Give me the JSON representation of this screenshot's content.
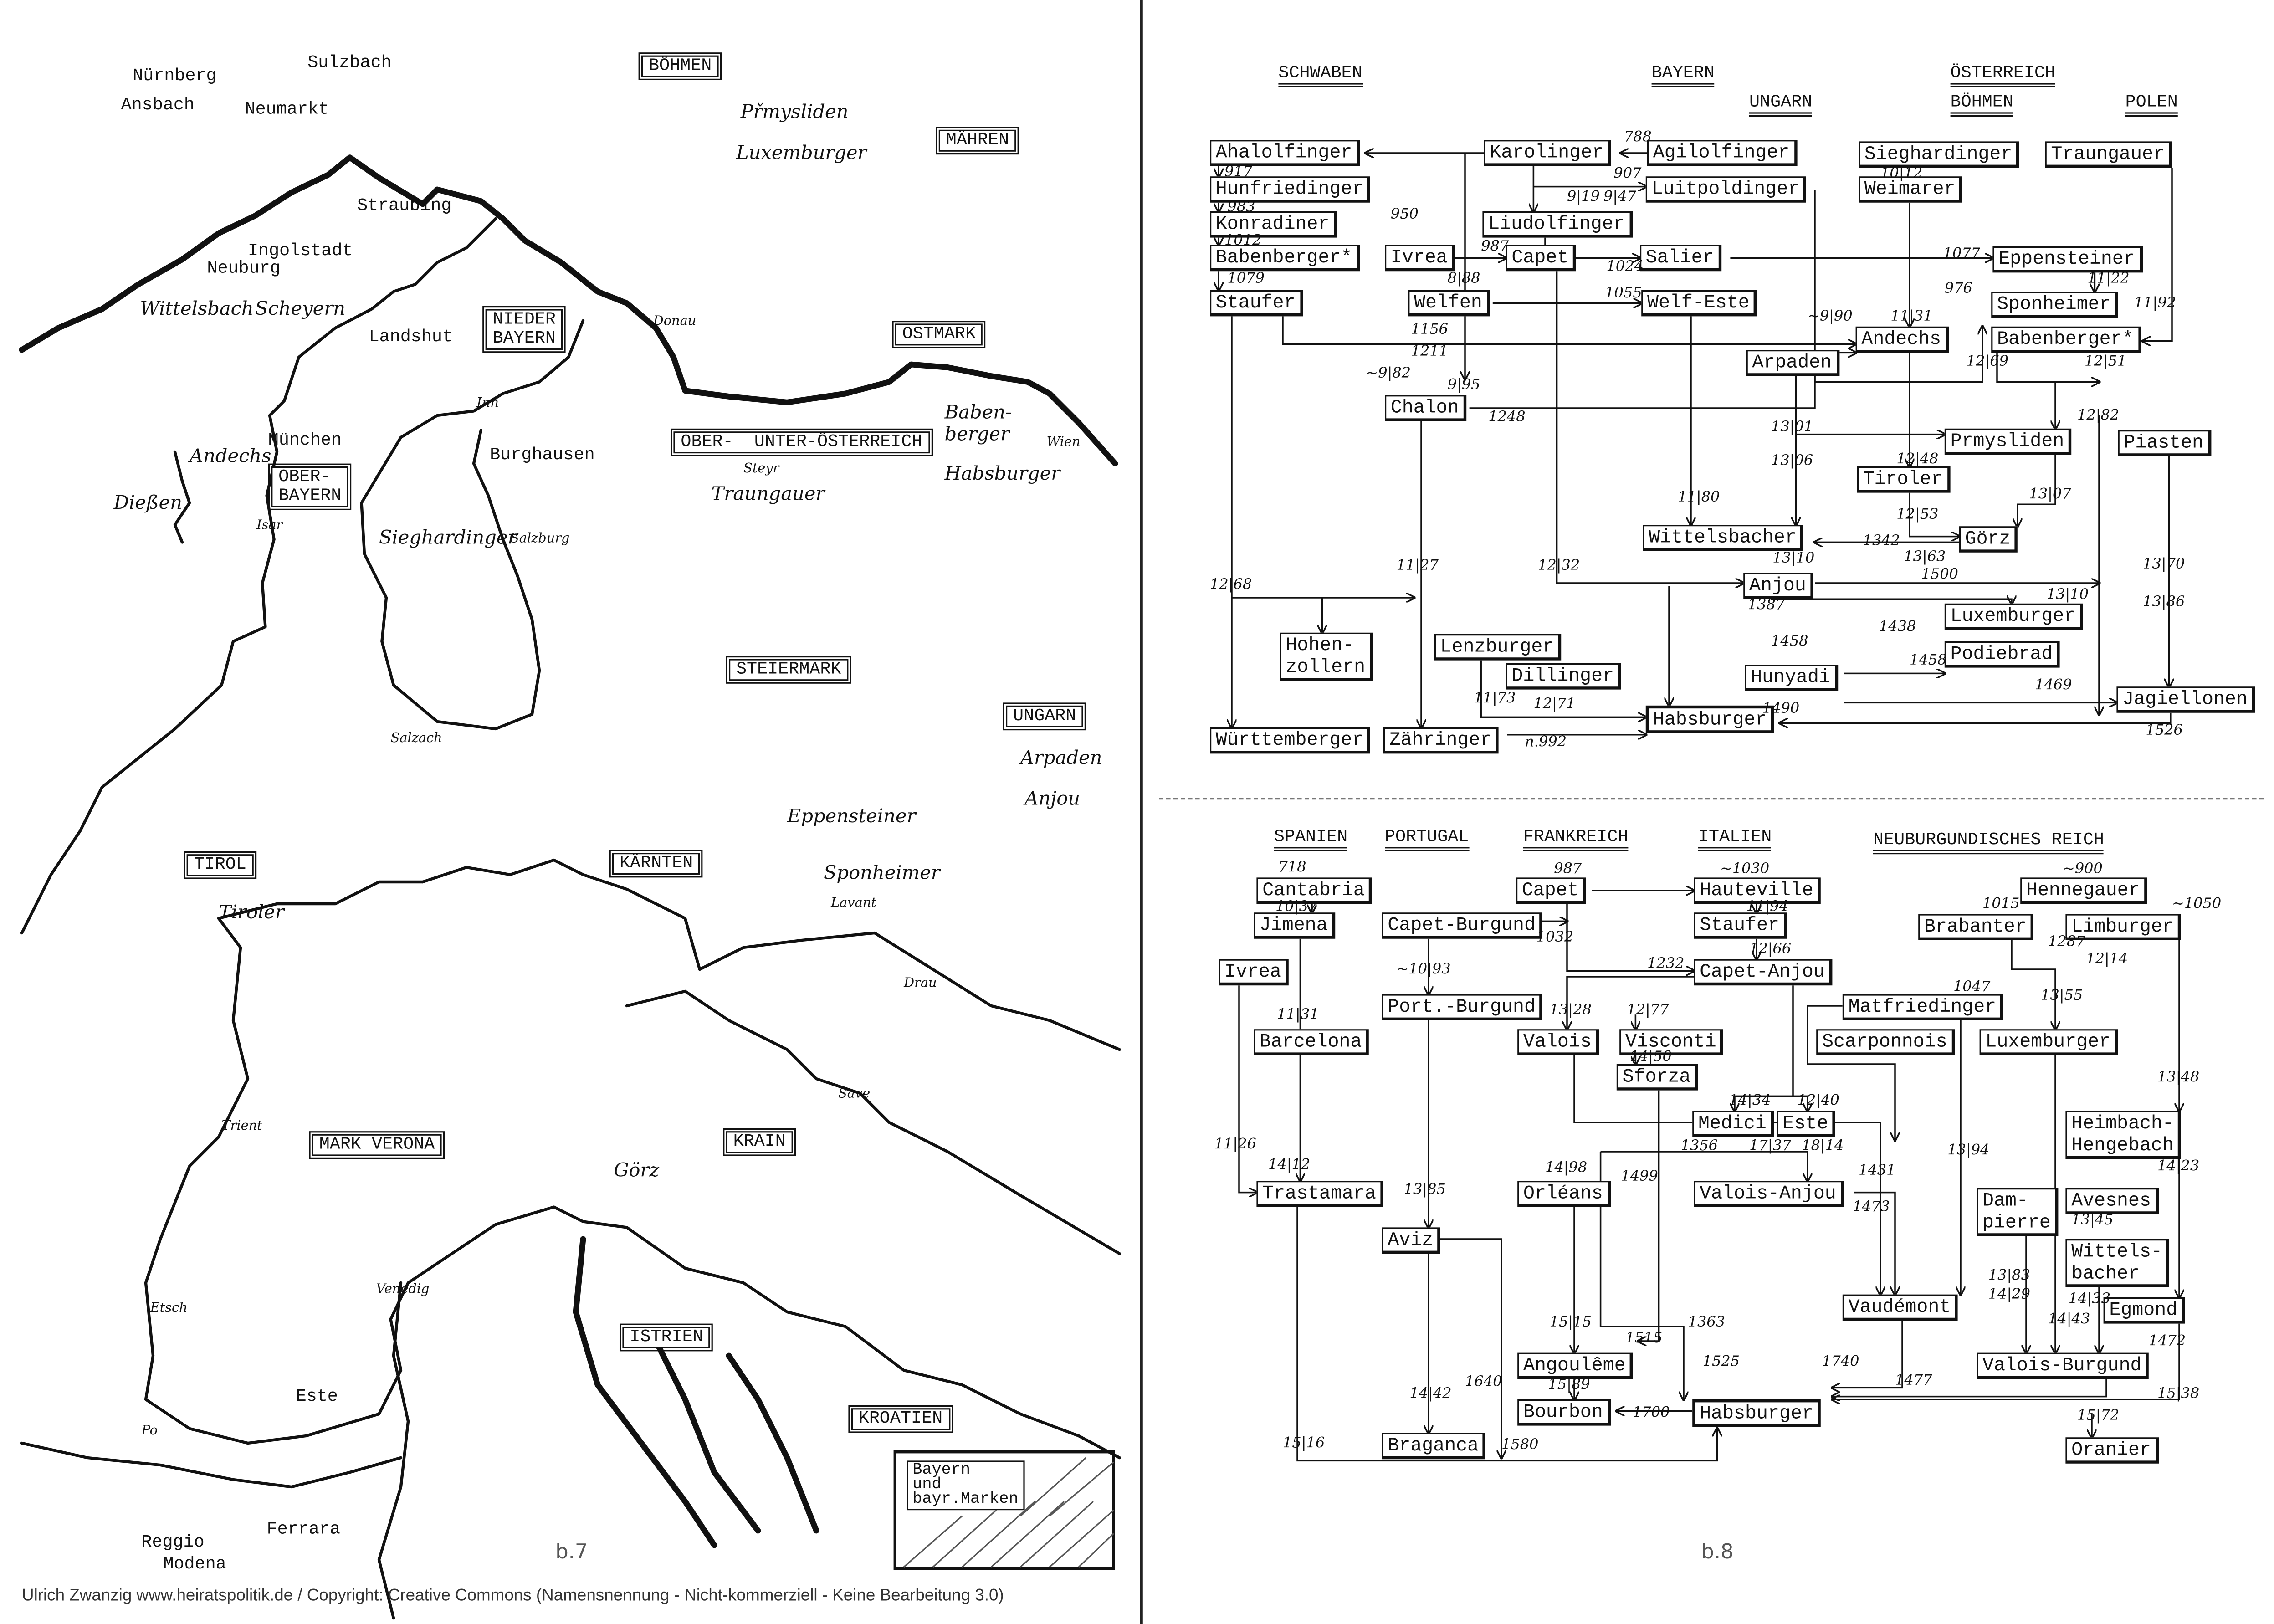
{
  "map": {
    "regions": [
      "BÖHMEN",
      "MÄHREN",
      "NIEDER\nBAYERN",
      "OSTMARK",
      "OBER-  UNTER-ÖSTERREICH",
      "OBER-\nBAYERN",
      "STEIERMARK",
      "UNGARN",
      "TIROL",
      "KÄRNTEN",
      "MARK VERONA",
      "KRAIN",
      "ISTRIEN",
      "KROATIEN"
    ],
    "places": [
      "Nürnberg",
      "Ansbach",
      "Sulzbach",
      "Neumarkt",
      "Straubing",
      "Ingolstadt",
      "Neuburg",
      "Landshut",
      "München",
      "Burghausen",
      "Este",
      "Ferrara",
      "Reggio",
      "Modena"
    ],
    "handwritten": [
      "Přmysliden",
      "Luxemburger",
      "Wittelsbach",
      "Scheyern",
      "Andechs",
      "Dießen",
      "Sieghardinger",
      "Salzburg",
      "Steyr",
      "Traungauer",
      "Baben-\nberger",
      "Wien",
      "Habsburger",
      "Eppensteiner",
      "Sponheimer",
      "Lavant",
      "Arpaden",
      "Anjou",
      "Tiroler",
      "Trient",
      "Görz",
      "Venedig"
    ],
    "rivers": [
      "Donau",
      "Inn",
      "Isar",
      "Salzach",
      "Drau",
      "Save",
      "Etsch",
      "Po"
    ],
    "legend": "Bayern\nund\nbayr.Marken",
    "page_number": "b.7"
  },
  "diagram_top": {
    "headers": [
      "SCHWABEN",
      "BAYERN",
      "UNGARN",
      "ÖSTERREICH",
      "BÖHMEN",
      "POLEN"
    ],
    "boxes": [
      "Ahalolfinger",
      "Karolinger",
      "Agilolfinger",
      "Hunfriedinger",
      "Luitpoldinger",
      "Sieghardinger",
      "Traungauer",
      "Weimarer",
      "Konradiner",
      "Liudolfinger",
      "Babenberger*",
      "Ivrea",
      "Capet",
      "Salier",
      "Eppensteiner",
      "Staufer",
      "Welfen",
      "Welf-Este",
      "Sponheimer",
      "Andechs",
      "Babenberger*",
      "Arpaden",
      "Chalon",
      "Prmysliden",
      "Piasten",
      "Tiroler",
      "Wittelsbacher",
      "Görz",
      "Anjou",
      "Luxemburger",
      "Hohen-\nzollern",
      "Lenzburger",
      "Podiebrad",
      "Dillinger",
      "Hunyadi",
      "Jagiellonen",
      "Habsburger",
      "Württemberger",
      "Zähringer"
    ],
    "years": [
      "788",
      "917",
      "983",
      "1012",
      "950",
      "987",
      "1079",
      "9|19",
      "9|47",
      "907",
      "8|88",
      "1024",
      "1055",
      "1077",
      "976",
      "11|22",
      "11|92",
      "1156",
      "1211",
      "~9|90",
      "11|31",
      "~9|82",
      "9|95",
      "12|69",
      "12|51",
      "1248",
      "12|82",
      "13|01",
      "13|06",
      "12|48",
      "13|07",
      "12|53",
      "11|80",
      "1342",
      "13|63",
      "1500",
      "13|10",
      "11|27",
      "12|32",
      "12|68",
      "13|70",
      "13|10",
      "1387",
      "13|86",
      "1438",
      "1458",
      "1458",
      "1469",
      "11|73",
      "12|71",
      "1490",
      "n.992",
      "1526",
      "10|12"
    ]
  },
  "diagram_bottom": {
    "headers": [
      "SPANIEN",
      "PORTUGAL",
      "FRANKREICH",
      "ITALIEN",
      "NEUBURGUNDISCHES REICH"
    ],
    "boxes": [
      "Cantabria",
      "Capet",
      "Hauteville",
      "Hennegauer",
      "Jimena",
      "Capet-Burgund",
      "Staufer",
      "Brabanter",
      "Limburger",
      "Capet-Anjou",
      "Ivrea",
      "Port.-Burgund",
      "Matfriedinger",
      "Valois",
      "Visconti",
      "Scarponnois",
      "Luxemburger",
      "Barcelona",
      "Sforza",
      "Medici",
      "Este",
      "Heimbach-\nHengebach",
      "Trastamara",
      "Orléans",
      "Valois-Anjou",
      "Dam-\npierre",
      "Avesnes",
      "Aviz",
      "Wittels-\nbacher",
      "Vaudémont",
      "Egmond",
      "Angoulême",
      "Valois-Burgund",
      "Bourbon",
      "Habsburger",
      "Braganca",
      "Oranier"
    ],
    "years": [
      "718",
      "987",
      "~1030",
      "~900",
      "10|37",
      "11|94",
      "1015",
      "~1050",
      "1032",
      "12|66",
      "1287",
      "12|14",
      "~10|93",
      "1232",
      "1047",
      "13|28",
      "12|77",
      "11|31",
      "13|55",
      "14|50",
      "13|48",
      "14|34",
      "12|40",
      "1356",
      "17|37",
      "18|14",
      "13|94",
      "11|26",
      "14|12",
      "14|23",
      "14|98",
      "1499",
      "1431",
      "1473",
      "13|85",
      "13|45",
      "13|83",
      "14|29",
      "14|33",
      "14|43",
      "15|15",
      "1363",
      "1515",
      "1472",
      "1525",
      "1740",
      "14|42",
      "1640",
      "15|89",
      "1477",
      "15|38",
      "1700",
      "15|72",
      "15|16",
      "1580"
    ]
  },
  "page_number_right": "b.8",
  "footer": "Ulrich Zwanzig www.heiratspolitik.de / Copyright: Creative Commons (Namensnennung - Nicht-kommerziell - Keine Bearbeitung 3.0)"
}
